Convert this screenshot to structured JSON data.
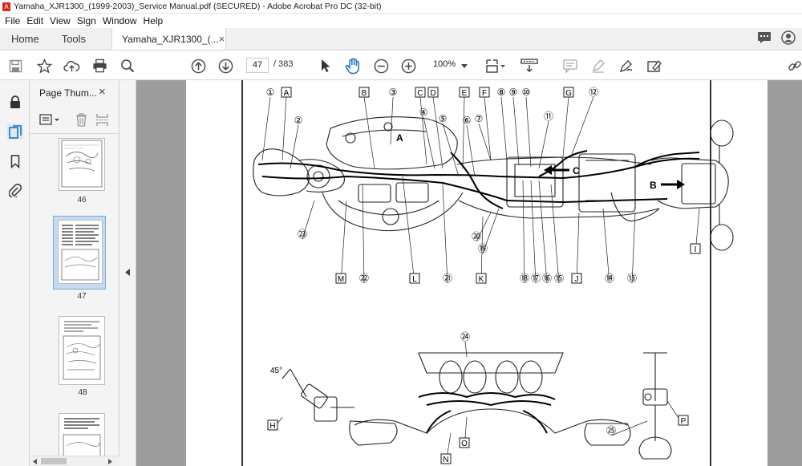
{
  "window": {
    "title": "Yamaha_XJR1300_(1999-2003)_Service Manual.pdf (SECURED) - Adobe Acrobat Pro DC (32-bit)"
  },
  "menu": {
    "items": [
      "File",
      "Edit",
      "View",
      "Sign",
      "Window",
      "Help"
    ]
  },
  "tabs": {
    "home": "Home",
    "tools": "Tools",
    "document": "Yamaha_XJR1300_(...",
    "close": "×"
  },
  "toolbar": {
    "page_current": "47",
    "page_total": "/ 383",
    "zoom": "100%"
  },
  "thumbnails": {
    "title": "Page Thum...",
    "close": "×",
    "pages": [
      {
        "label": "46"
      },
      {
        "label": "47",
        "selected": true
      },
      {
        "label": "48"
      }
    ]
  },
  "diagram": {
    "circled_numbers": [
      "①",
      "②",
      "③",
      "④",
      "⑤",
      "⑥",
      "⑦",
      "⑧",
      "⑨",
      "⑩",
      "⑪",
      "⑫",
      "⑬",
      "⑭",
      "⑮",
      "⑯",
      "⑰",
      "⑱",
      "⑲",
      "⑳",
      "㉑",
      "㉒",
      "㉓",
      "㉔",
      "㉕"
    ],
    "boxed_letters": [
      "A",
      "B",
      "C",
      "D",
      "E",
      "F",
      "G",
      "H",
      "I",
      "J",
      "K",
      "L",
      "M",
      "N",
      "O",
      "P"
    ],
    "view_labels": {
      "view_a": "A",
      "view_b": "B",
      "view_c": "C"
    },
    "angle_label": "45°"
  },
  "colors": {
    "accent": "#1a73c8",
    "doc_bg": "#9d9d9d",
    "pdf_icon": "#d9241c"
  }
}
